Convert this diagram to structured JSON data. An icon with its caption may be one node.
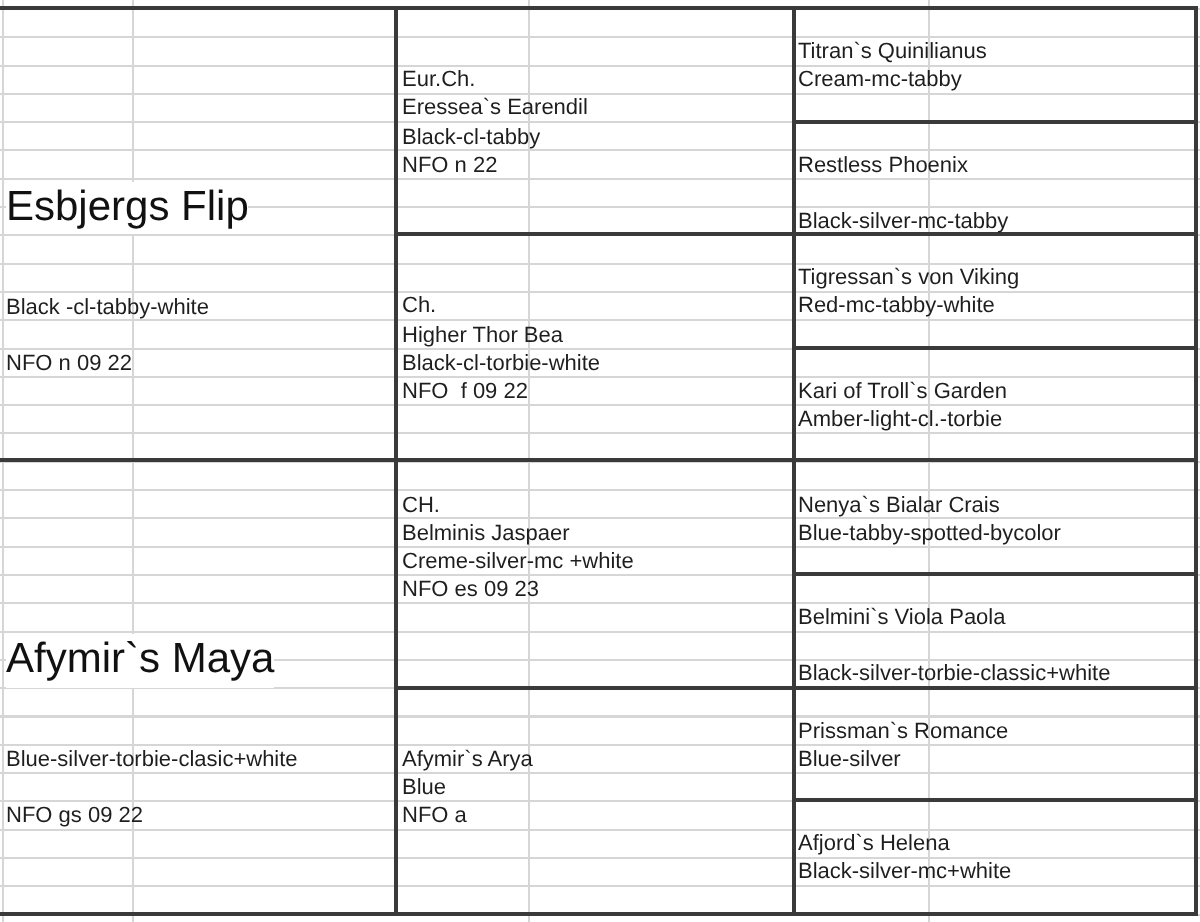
{
  "diagram": {
    "nodes": [
      {
        "text": [
          "Esbjergs Flip",
          "Black -cl-tabby-white",
          "NFO n 09 22"
        ]
      },
      {
        "text": [
          "Eur.Ch.",
          "Eressea`s Earendil",
          "Black-cl-tabby",
          "NFO n 22"
        ]
      },
      {
        "text": [
          "Titran`s Quinilianus",
          "Cream-mc-tabby"
        ]
      },
      {
        "text": [
          "Restless Phoenix",
          "Black-silver-mc-tabby"
        ]
      },
      {
        "text": [
          "Ch.",
          "Higher Thor Bea",
          "Black-cl-torbie-white",
          "NFO  f 09 22"
        ]
      },
      {
        "text": [
          "Tigressan`s von Viking",
          "Red-mc-tabby-white"
        ]
      },
      {
        "text": [
          "Kari of Troll`s Garden",
          "Amber-light-cl.-torbie"
        ]
      },
      {
        "text": [
          "Afymir`s Maya",
          "Blue-silver-torbie-clasic+white",
          "NFO gs 09 22"
        ]
      },
      {
        "text": [
          "CH.",
          "Belminis Jaspaer",
          "Creme-silver-mc +white",
          "NFO es 09 23"
        ]
      },
      {
        "text": [
          "Nenya`s Bialar Crais",
          "Blue-tabby-spotted-bycolor"
        ]
      },
      {
        "text": [
          "Belmini`s Viola Paola",
          "Black-silver-torbie-classic+white"
        ]
      },
      {
        "text": [
          "Afymir`s Arya",
          "Blue",
          "NFO a"
        ]
      },
      {
        "text": [
          "Prissman`s Romance",
          "Blue-silver"
        ]
      },
      {
        "text": [
          "Afjord`s Helena",
          "Black-silver-mc+white"
        ]
      }
    ]
  }
}
